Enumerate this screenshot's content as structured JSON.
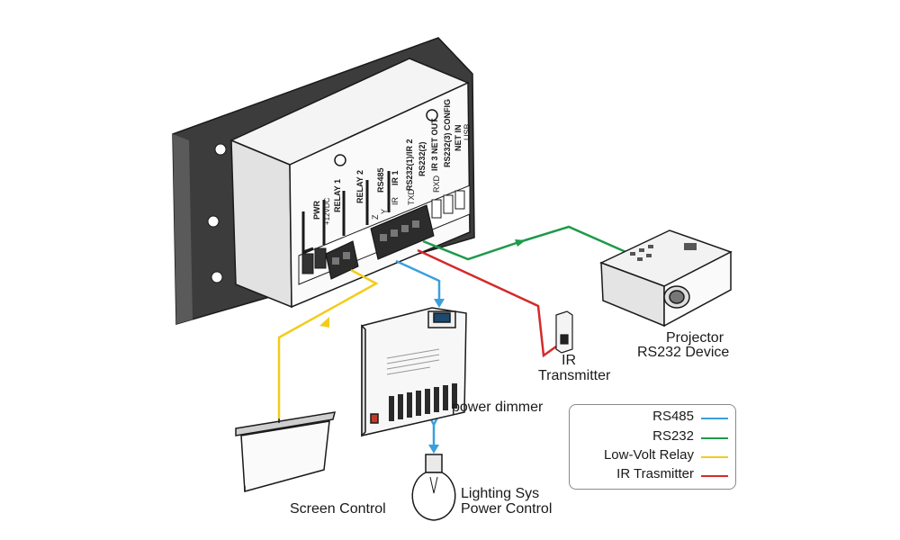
{
  "diagram": {
    "panel_labels": {
      "pwr": "PWR",
      "vdc": "+12VDC",
      "relay1": "RELAY 1",
      "relay2": "RELAY 2",
      "rs485": "RS485",
      "ir1": "IR 1",
      "rs232_ir2": "RS232(1)/IR 2",
      "rs232_2": "RS232(2)",
      "ir3_netout": "IR 3 NET OUT",
      "rs232_3_config": "RS232(3) CONFIG",
      "netin": "NET IN",
      "usb": "USB",
      "txd": "TXD",
      "rxd": "RXD",
      "z": "Z",
      "y": "Y",
      "ir": "IR"
    },
    "device_labels": {
      "projector": "Projector",
      "rs232_device": "RS232 Device",
      "ir_top": "IR",
      "ir_bottom": "Transmitter",
      "power_dimmer": "power dimmer",
      "lighting_top": "Lighting Sys",
      "lighting_bottom": "Power Control",
      "screen_control": "Screen Control"
    },
    "legend": {
      "items": [
        {
          "label": "RS485",
          "color": "#3aa0dc"
        },
        {
          "label": "RS232",
          "color": "#1e9a4a"
        },
        {
          "label": "Low-Volt Relay",
          "color": "#f2cc19"
        },
        {
          "label": "IR Trasmitter",
          "color": "#d42a2a"
        }
      ]
    },
    "colors": {
      "rs485": "#3aa0dc",
      "rs232": "#1e9a4a",
      "relay": "#f2cc19",
      "ir": "#d42a2a",
      "outline": "#1a1a1a",
      "panel_dark": "#3a3a3a"
    }
  }
}
